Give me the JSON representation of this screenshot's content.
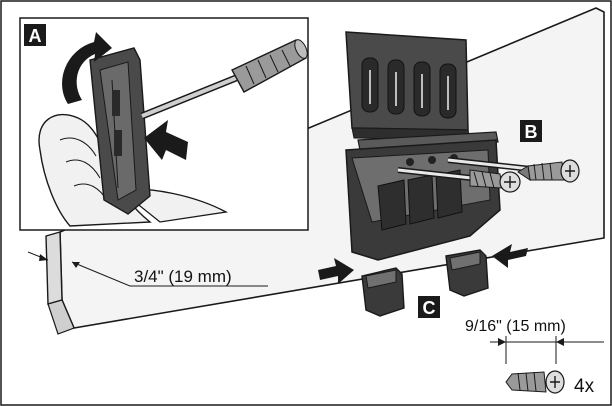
{
  "labels": {
    "step_a": "A",
    "step_b": "B",
    "step_c": "C"
  },
  "dimensions": {
    "wall_offset": "3/4\" (19 mm)",
    "screw_length": "9/16\" (15 mm)",
    "screw_quantity": "4x"
  },
  "colors": {
    "outline": "#1a1a1a",
    "part_dark": "#3a3a3a",
    "part_mid": "#6e6e6e",
    "wall_fill": "#f4f4f4",
    "badge_fill": "#1a1a1a"
  },
  "icons": [
    "rotate-arrow-icon",
    "push-arrow-icon",
    "screwdriver-icon",
    "screw-icon"
  ]
}
